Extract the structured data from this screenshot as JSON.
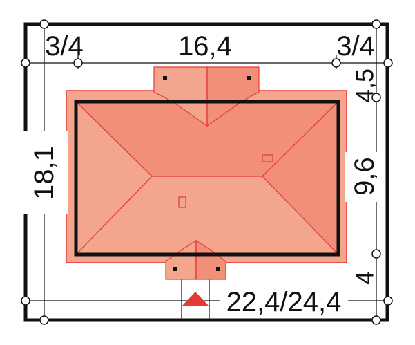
{
  "plot": {
    "dimensions": {
      "top_left": "3/4",
      "top_center": "16,4",
      "top_right": "3/4",
      "left_side": "18,1",
      "right_top": "4,5",
      "right_middle": "9,6",
      "right_bottom": "4",
      "bottom_label": "22,4/24,4"
    }
  },
  "colors": {
    "roof_light": "#f4a58e",
    "roof_mid": "#f28f78",
    "roof_edge": "#e53935",
    "wall": "#111111",
    "entrance_marker": "#e53935"
  }
}
